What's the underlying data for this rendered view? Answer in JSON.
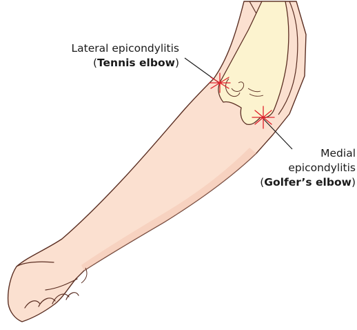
{
  "labels": {
    "lateral": {
      "line1": "Lateral epicondylitis",
      "open_paren": "(",
      "bold": "Tennis elbow",
      "close_paren": ")"
    },
    "medial": {
      "line1": "Medial",
      "line2": "epicondylitis",
      "open_paren": "(",
      "bold": "Golfer’s elbow",
      "close_paren": ")"
    }
  },
  "colors": {
    "skin": "#fbe0d0",
    "skin_shadow": "#f4c7b3",
    "outline": "#5a2e22",
    "bone": "#fcf3cf",
    "pain_marker": "#e0202a",
    "leader_line": "#1a1a1a"
  },
  "icons": {
    "lateral_pain": "pain-starburst-icon",
    "medial_pain": "pain-starburst-icon"
  }
}
